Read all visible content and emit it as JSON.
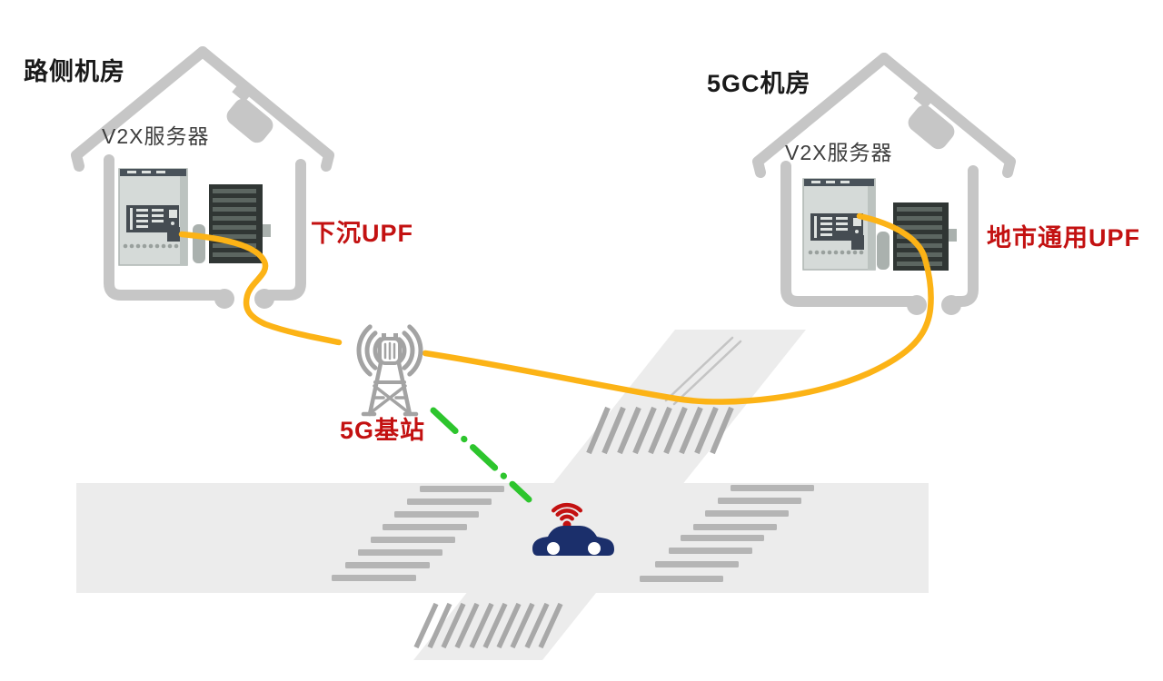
{
  "diagram_title": "5G V2X edge-UPF network diagram",
  "rooms": {
    "left": {
      "title": "路侧机房",
      "server_label": "V2X服务器",
      "upf_label": "下沉UPF"
    },
    "right": {
      "title": "5GC机房",
      "server_label": "V2X服务器",
      "upf_label": "地市通用UPF"
    }
  },
  "base_station": {
    "label": "5G基站"
  },
  "icons": {
    "house_left": "house-outline-icon",
    "house_right": "house-outline-icon",
    "server_cabinet": "server-cabinet-icon",
    "server_rack": "server-rack-icon",
    "base_station_tower": "antenna-tower-icon",
    "signal_arcs": "radio-waves-icon",
    "vehicle": "car-icon",
    "vehicle_signal": "wifi-icon",
    "road": "crossroad-graphic",
    "fiber_link_left": "orange-cable-curve",
    "fiber_link_right": "orange-cable-curve",
    "wireless_link": "green-dash-dot-link"
  },
  "colors": {
    "accent_red": "#C31111",
    "cable_orange": "#FCB316",
    "link_green": "#2DC52D",
    "car_navy": "#1B2F6B",
    "house_gray": "#C6C6C6",
    "tower_gray": "#A3A3A3",
    "road_gray": "#ECECEC",
    "marking_gray": "#B5B5B5",
    "hatch_gray": "#A8A8A8",
    "text_black": "#1A1A1A",
    "text_gray": "#3D3D3D"
  }
}
